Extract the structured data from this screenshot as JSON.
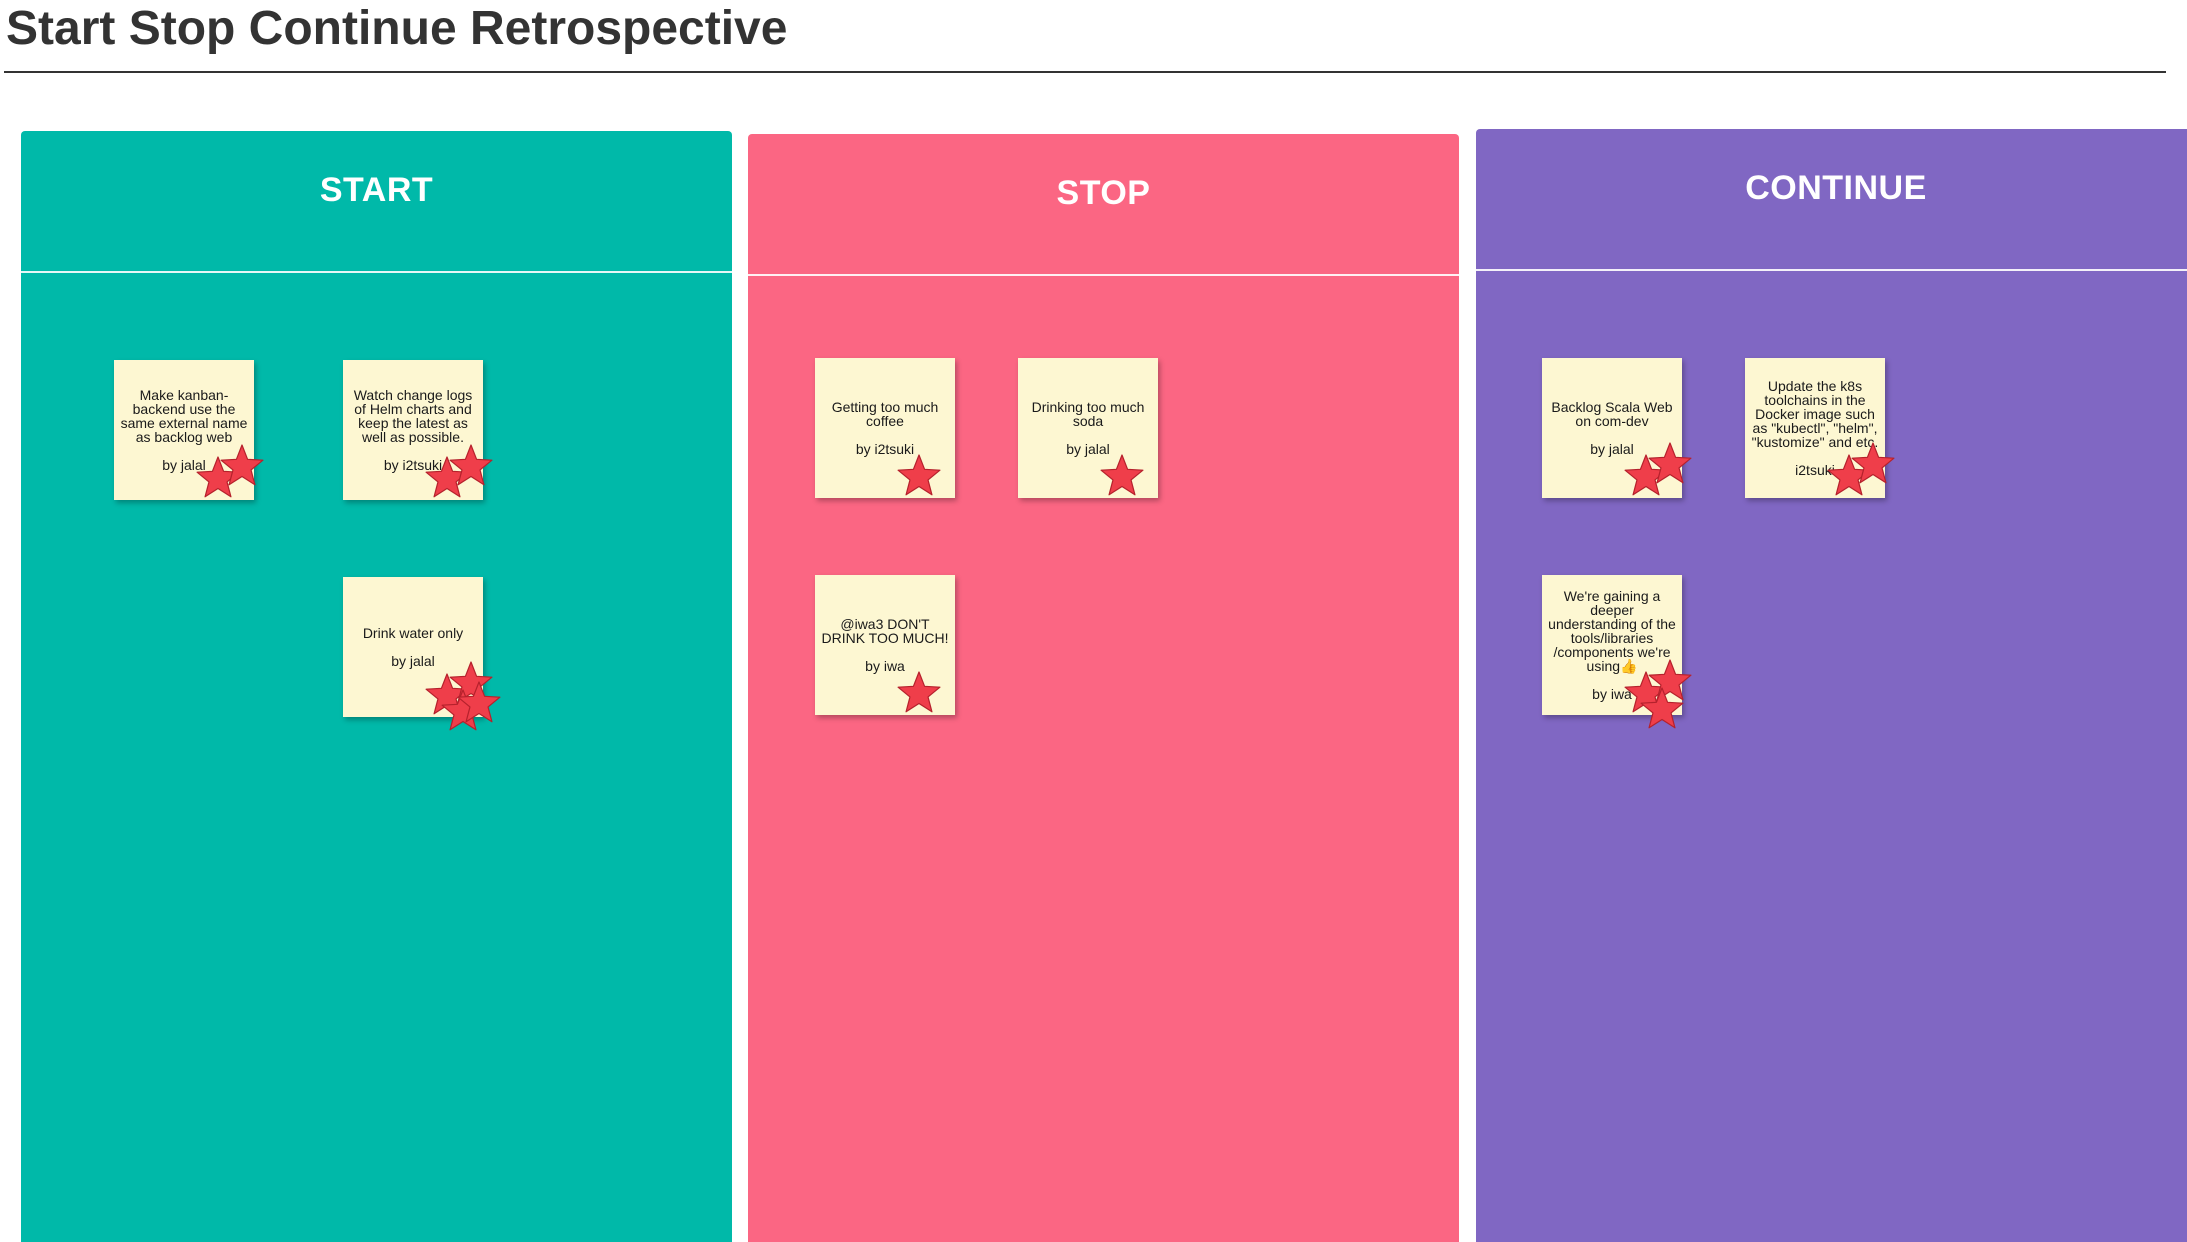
{
  "page": {
    "title": "Start Stop Continue Retrospective"
  },
  "colors": {
    "start": "#00b9a9",
    "stop": "#fb6683",
    "continue": "#8067c3",
    "sticky": "#fdf7d2",
    "star_fill": "#ef3e4a",
    "star_stroke": "#b5212c"
  },
  "icons": {
    "vote": "star-icon",
    "emoji": "thumbs-up"
  },
  "columns": {
    "start": {
      "title": "START",
      "notes": [
        {
          "text": "Make kanban-backend use the same external name as backlog web",
          "author": "by jalal",
          "votes": 2
        },
        {
          "text": "Watch change logs of Helm charts and keep the latest as well as possible.",
          "author": "by i2tsuki",
          "votes": 2
        },
        {
          "text": "Drink water only",
          "author": "by jalal",
          "votes": 4
        }
      ]
    },
    "stop": {
      "title": "STOP",
      "notes": [
        {
          "text": "Getting too much coffee",
          "author": "by i2tsuki",
          "votes": 1
        },
        {
          "text": "Drinking too much soda",
          "author": "by jalal",
          "votes": 1
        },
        {
          "text": "@iwa3 DON'T DRINK TOO MUCH!",
          "author": "by iwa",
          "votes": 1
        }
      ]
    },
    "continue": {
      "title": "CONTINUE",
      "notes": [
        {
          "text": "Backlog Scala Web on com-dev",
          "author": "by jalal",
          "votes": 2
        },
        {
          "text": "Update the k8s toolchains in the Docker image such as \"kubectl\", \"helm\", \"kustomize\" and etc.",
          "author": "i2tsuki",
          "votes": 2
        },
        {
          "text": "We're gaining a deeper understanding of the tools/libraries /components we're using👍",
          "author": "by iwa",
          "votes": 3
        }
      ]
    }
  }
}
